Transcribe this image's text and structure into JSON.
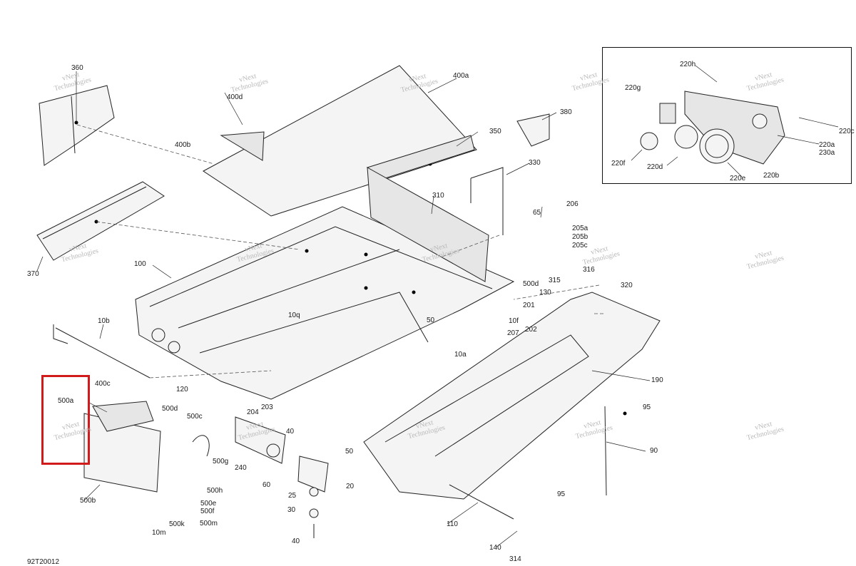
{
  "diagram": {
    "code": "92T20012",
    "highlighted_part": "500a",
    "watermark": [
      "vNext",
      "Technologies"
    ],
    "callouts": {
      "c360": "360",
      "c370": "370",
      "c400a": "400a",
      "c400b": "400b",
      "c400c": "400c",
      "c400d": "400d",
      "c350": "350",
      "c380": "380",
      "c330": "330",
      "c310": "310",
      "c100": "100",
      "c10b": "10b",
      "c10q": "10q",
      "c10a": "10a",
      "c10f": "10f",
      "c10m": "10m",
      "c50a": "50",
      "c50b": "50",
      "c65": "65",
      "c206": "206",
      "c205a": "205a",
      "c205b": "205b",
      "c205c": "205c",
      "c500a": "500a",
      "c500b": "500b",
      "c500c": "500c",
      "c500d": "500d",
      "c500d2": "500d",
      "c500e": "500e",
      "c500f": "500f",
      "c500g": "500g",
      "c500h": "500h",
      "c500k": "500k",
      "c500m": "500m",
      "c120": "120",
      "c204": "204",
      "c203": "203",
      "c240": "240",
      "c60": "60",
      "c40a": "40",
      "c40b": "40",
      "c25": "25",
      "c30": "30",
      "c20": "20",
      "c315": "315",
      "c316": "316",
      "c320": "320",
      "c130": "130",
      "c201": "201",
      "c202": "202",
      "c207": "207",
      "c190": "190",
      "c95a": "95",
      "c95b": "95",
      "c90": "90",
      "c110": "110",
      "c140": "140",
      "c314": "314",
      "c220h": "220h",
      "c220g": "220g",
      "c220c": "220c",
      "c220a": "220a",
      "c230a": "230a",
      "c220f": "220f",
      "c220d": "220d",
      "c220e": "220e",
      "c220b": "220b"
    }
  }
}
